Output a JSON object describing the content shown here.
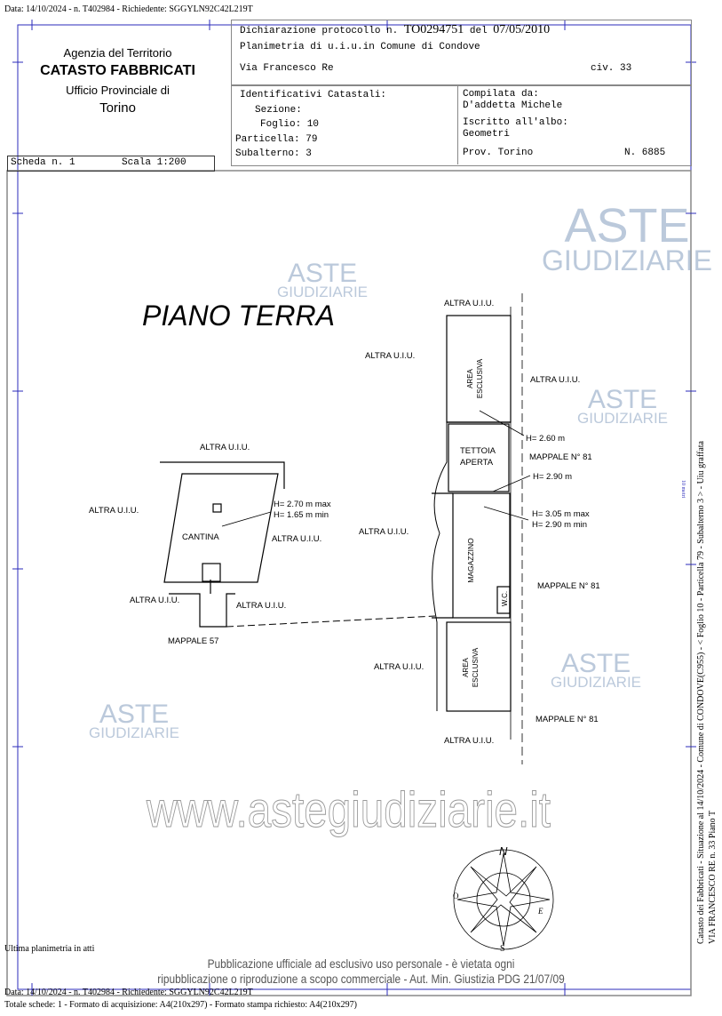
{
  "top_line": "Data: 14/10/2024 - n. T402984 - Richiedente: SGGYLN92C42L219T",
  "agency": {
    "line1": "Agenzia del Territorio",
    "line2": "CATASTO FABBRICATI",
    "line3": "Ufficio Provinciale di",
    "line4": "Torino"
  },
  "header": {
    "protocollo_label": "Dichiarazione protocollo n.",
    "protocollo": "TO0294751",
    "del_label": "del",
    "date": "07/05/2010",
    "planimetria": "Planimetria di u.i.u.in Comune di Condove",
    "via": "Via Francesco Re",
    "civ": "civ. 33",
    "ident_label": "Identificativi Catastali:",
    "sezione": "Sezione:",
    "foglio": "Foglio: 10",
    "particella": "Particella: 79",
    "subalterno": "Subalterno: 3",
    "compilata_label": "Compilata da:",
    "compilata": "D'addetta Michele",
    "iscritto_label": "Iscritto all'albo:",
    "iscritto": "Geometri",
    "prov": "Prov. Torino",
    "numero": "N. 6885"
  },
  "scheda": "Scheda n. 1",
  "scala": "Scala 1:200",
  "plan": {
    "title": "PIANO TERRA",
    "labels": [
      "ALTRA U.I.U.",
      "ALTRA U.I.U.",
      "ALTRA U.I.U.",
      "ALTRA U.I.U.",
      "ALTRA U.I.U.",
      "ALTRA U.I.U.",
      "ALTRA U.I.U.",
      "ALTRA U.I.U.",
      "ALTRA U.I.U.",
      "ALTRA U.I.U.",
      "ALTRA U.I.U."
    ],
    "mappale_57": "MAPPALE 57",
    "mappale_81": "MAPPALE N° 81",
    "area_esclusiva": "AREA ESCLUSIVA",
    "tettoia": "TETTOIA",
    "aperta": "APERTA",
    "magazzino": "MAGAZZINO",
    "wc": "W.C.",
    "cantina": "CANTINA",
    "h_cantina_1": "H= 2.70 m max",
    "h_cantina_2": "H= 1.65 m min",
    "h_260": "H= 2.60 m",
    "h_290": "H= 2.90 m",
    "h_mag_1": "H= 3.05 m max",
    "h_mag_2": "H= 2.90 m min",
    "north": "N",
    "south": "S",
    "east": "E",
    "west": "O"
  },
  "watermark": {
    "aste": "ASTE",
    "giudiziarie": "GIUDIZIARIE",
    "site": "www.astegiudiziarie.it",
    "notice1": "Pubblicazione ufficiale ad esclusivo uso personale - è vietata ogni",
    "notice2": "ripubblicazione o riproduzione a scopo commerciale - Aut. Min. Giustizia PDG 21/07/09"
  },
  "side": {
    "line1": "Catasto dei Fabbricati - Situazione al 14/10/2024 - Comune di CONDOVE(C955) - < Foglio 10 - Particella 79 - Subalterno 3 > - Uiu graffata",
    "line2": "VIA FRANCESCO RE n. 33 Piano T",
    "scale_mark": "10 metri"
  },
  "footer": {
    "ultima": "Ultima planimetria in atti",
    "data": "Data: 14/10/2024 - n. T402984 - Richiedente: SGGYLN92C42L219T",
    "totale": "Totale schede: 1 - Formato di acquisizione: A4(210x297) - Formato stampa richiesto: A4(210x297)"
  }
}
